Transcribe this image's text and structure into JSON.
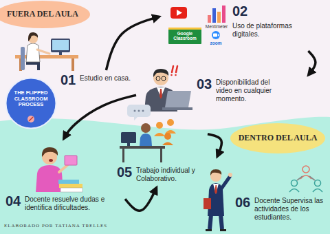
{
  "diagram": {
    "nodes": [
      {
        "text": [
          "FUERA DEL AULA"
        ]
      },
      {
        "text": [
          "01",
          "Estudio en casa."
        ]
      },
      {
        "text": [
          "02",
          "Uso de plataformas digitales."
        ]
      },
      {
        "text": [
          "03",
          "Disponibilidad del video en cualquier momento."
        ]
      },
      {
        "text": [
          "THE FLIPPED CLASSROOM PROCESS"
        ]
      },
      {
        "text": [
          "DENTRO DEL AULA"
        ]
      },
      {
        "text": [
          "04",
          "Docente resuelve dudas e identifica dificultades."
        ]
      },
      {
        "text": [
          "05",
          "Trabajo individual y Colaborativo."
        ]
      },
      {
        "text": [
          "06",
          "Docente Supervisa las actividades de los estudiantes."
        ]
      }
    ],
    "edges": [
      {
        "from": 1,
        "to": 2,
        "arrow": "to"
      },
      {
        "from": 2,
        "to": 3,
        "arrow": "to"
      },
      {
        "from": 3,
        "to": 6,
        "arrow": "to"
      },
      {
        "from": 6,
        "to": 7,
        "arrow": "to"
      },
      {
        "from": 7,
        "to": 8,
        "arrow": "to"
      }
    ],
    "labels": [
      "Google Classroom",
      "Mentimeter",
      "zoom",
      "ELABORADO POR TATIANA TRELLES"
    ]
  }
}
